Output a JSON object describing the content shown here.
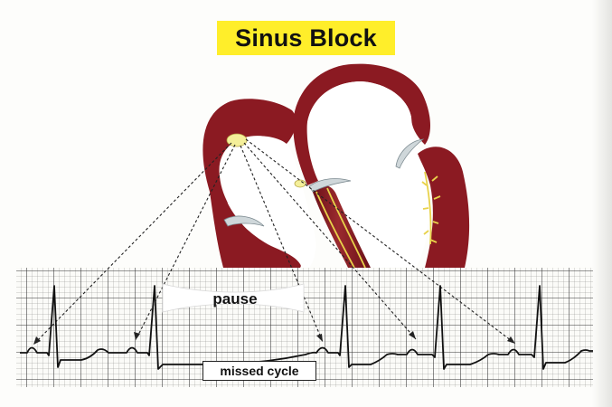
{
  "diagram": {
    "title": "Sinus Block",
    "pause_label": "pause",
    "missed_cycle_label": "missed cycle"
  },
  "colors": {
    "title_background": "#ffee2a",
    "myocardium": "#8b1a22",
    "sa_node": "#f4ef9a",
    "ecg_trace": "#111111",
    "grid": "#555555"
  }
}
